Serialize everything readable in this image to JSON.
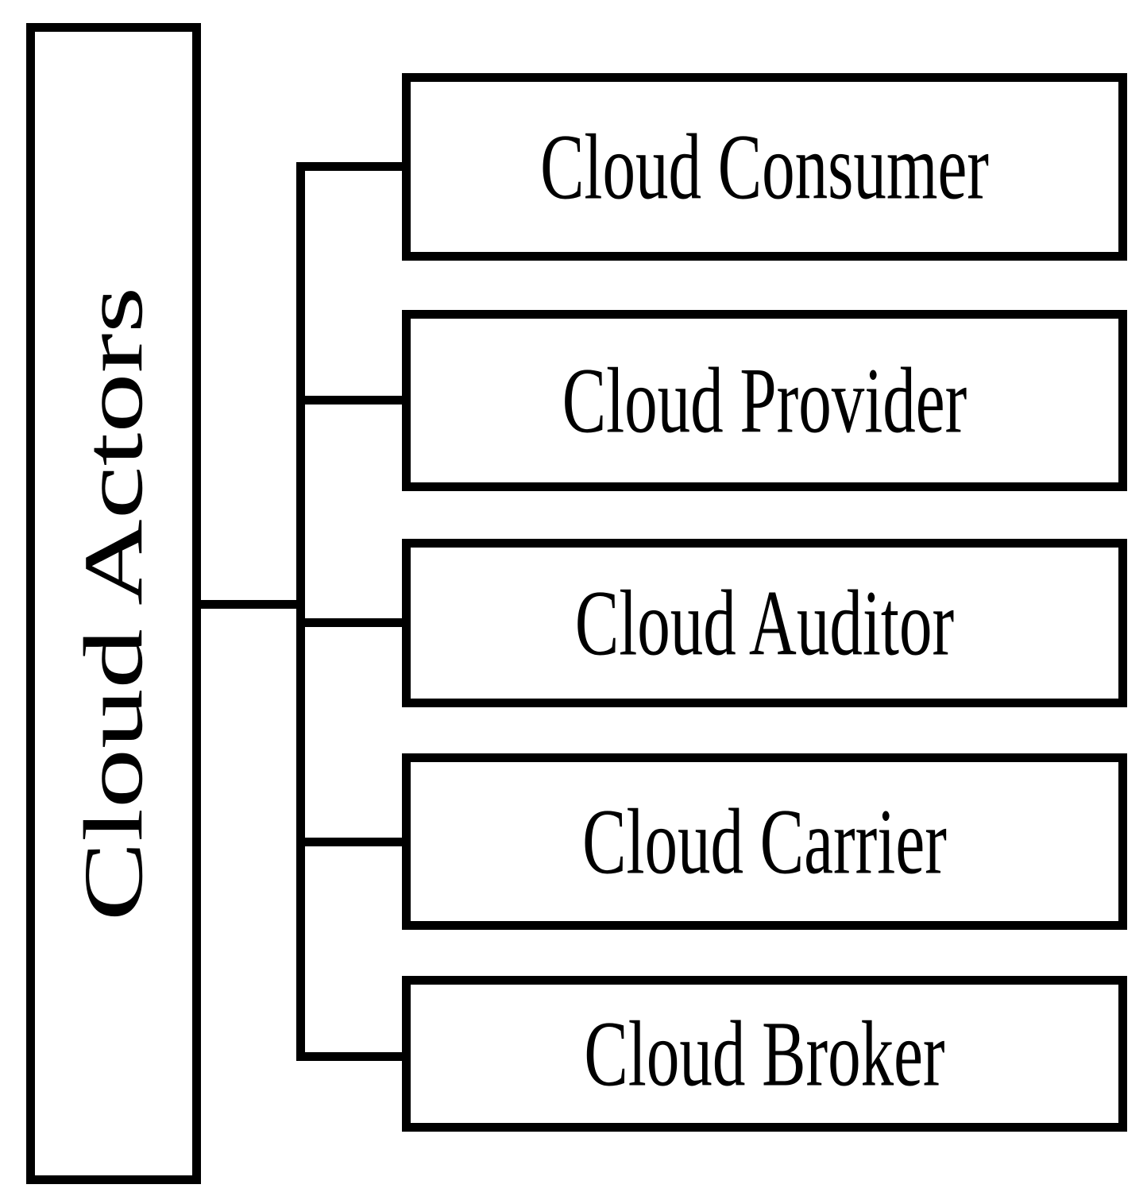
{
  "diagram": {
    "type": "tree",
    "orientation": "left-to-right",
    "colors": {
      "line": "#000000",
      "background": "#ffffff",
      "text": "#000000"
    },
    "root": {
      "label": "Cloud Actors"
    },
    "children": [
      {
        "label": "Cloud Consumer"
      },
      {
        "label": "Cloud Provider"
      },
      {
        "label": "Cloud Auditor"
      },
      {
        "label": "Cloud Carrier"
      },
      {
        "label": "Cloud Broker"
      }
    ]
  }
}
